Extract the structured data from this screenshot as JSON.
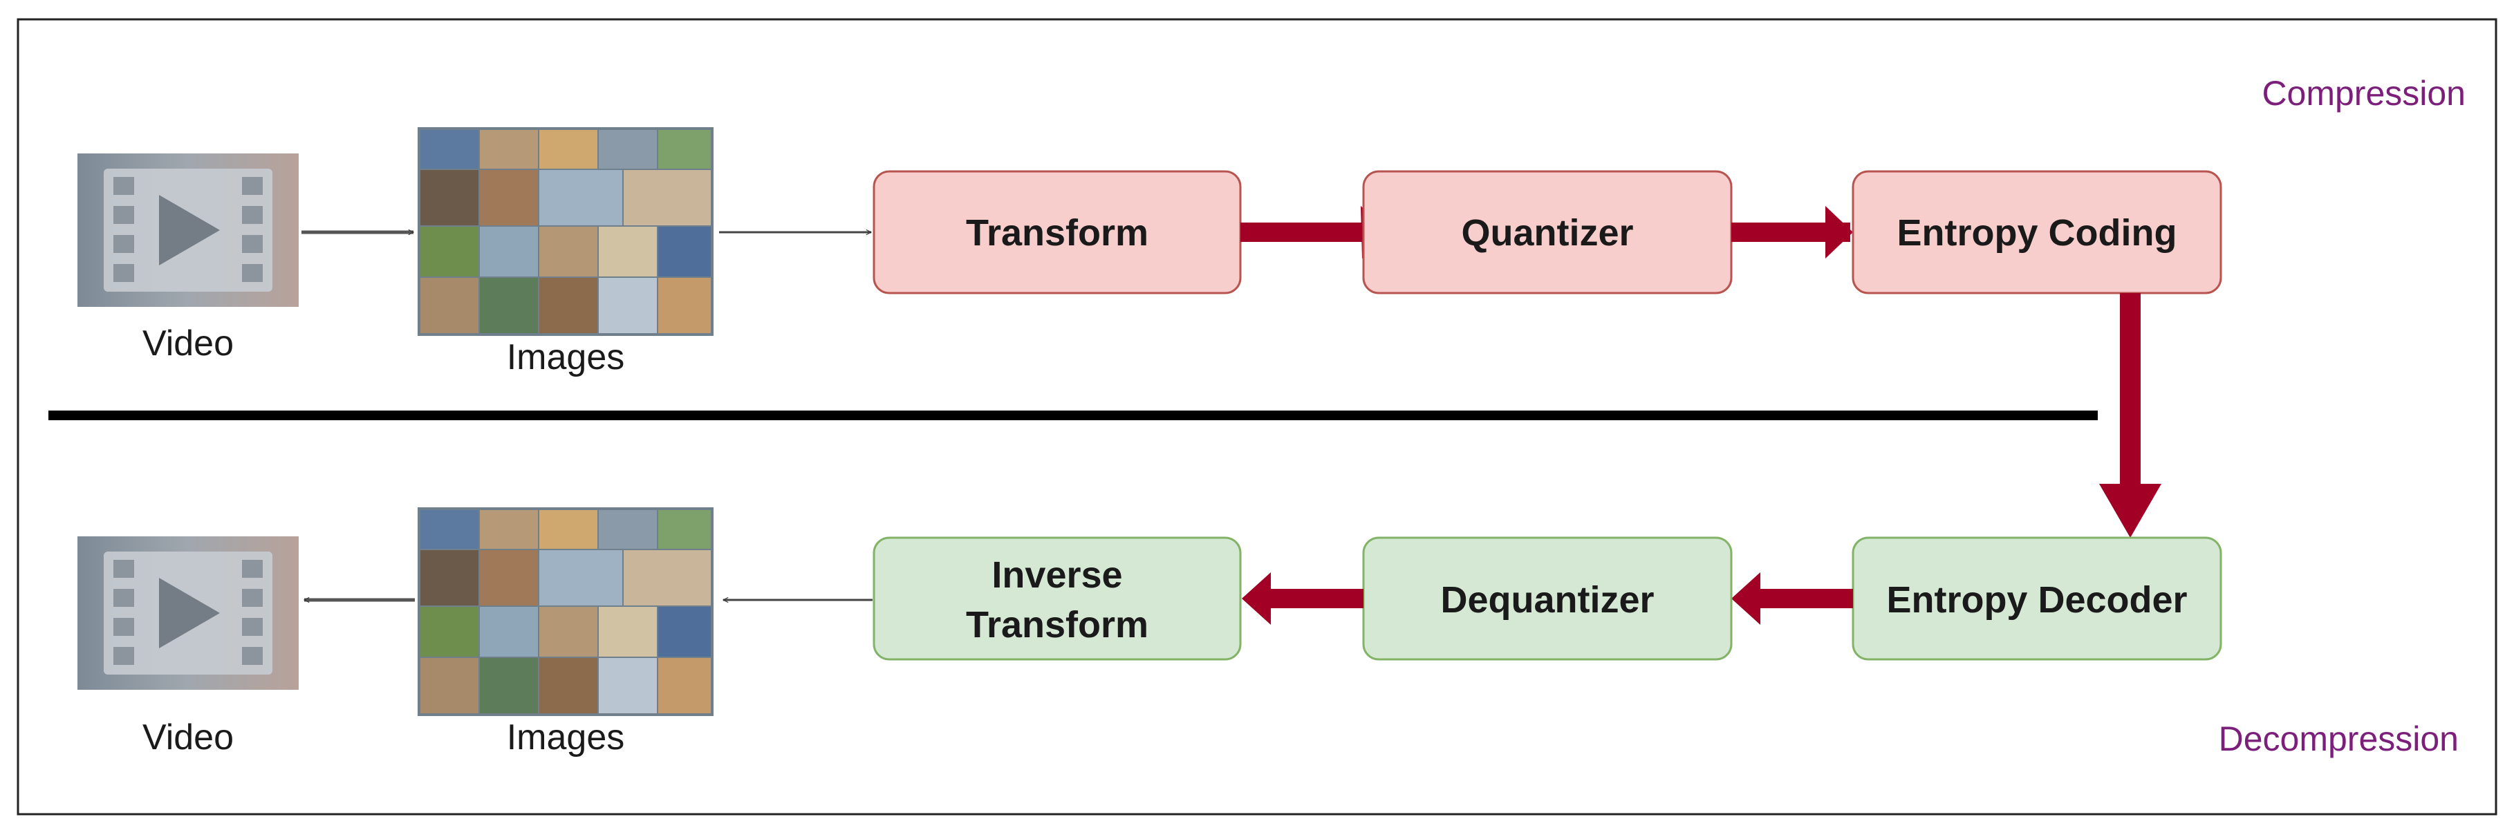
{
  "labels": {
    "compression": "Compression",
    "decompression": "Decompression"
  },
  "compression_row": {
    "video_caption": "Video",
    "images_caption": "Images",
    "transform": "Transform",
    "quantizer": "Quantizer",
    "entropy_coding": "Entropy Coding"
  },
  "decompression_row": {
    "video_caption": "Video",
    "images_caption": "Images",
    "inverse_transform_line1": "Inverse",
    "inverse_transform_line2": "Transform",
    "dequantizer": "Dequantizer",
    "entropy_decoder": "Entropy Decoder"
  },
  "colors": {
    "compression_fill": "#f8cecc",
    "compression_stroke": "#b85450",
    "decompression_fill": "#d5e8d4",
    "decompression_stroke": "#82b366",
    "arrow_red": "#a20025",
    "section_label": "#7b1f7b",
    "divider": "#000000"
  },
  "icons": {
    "video": "video-film-play-icon",
    "images": "image-collage-icon"
  }
}
